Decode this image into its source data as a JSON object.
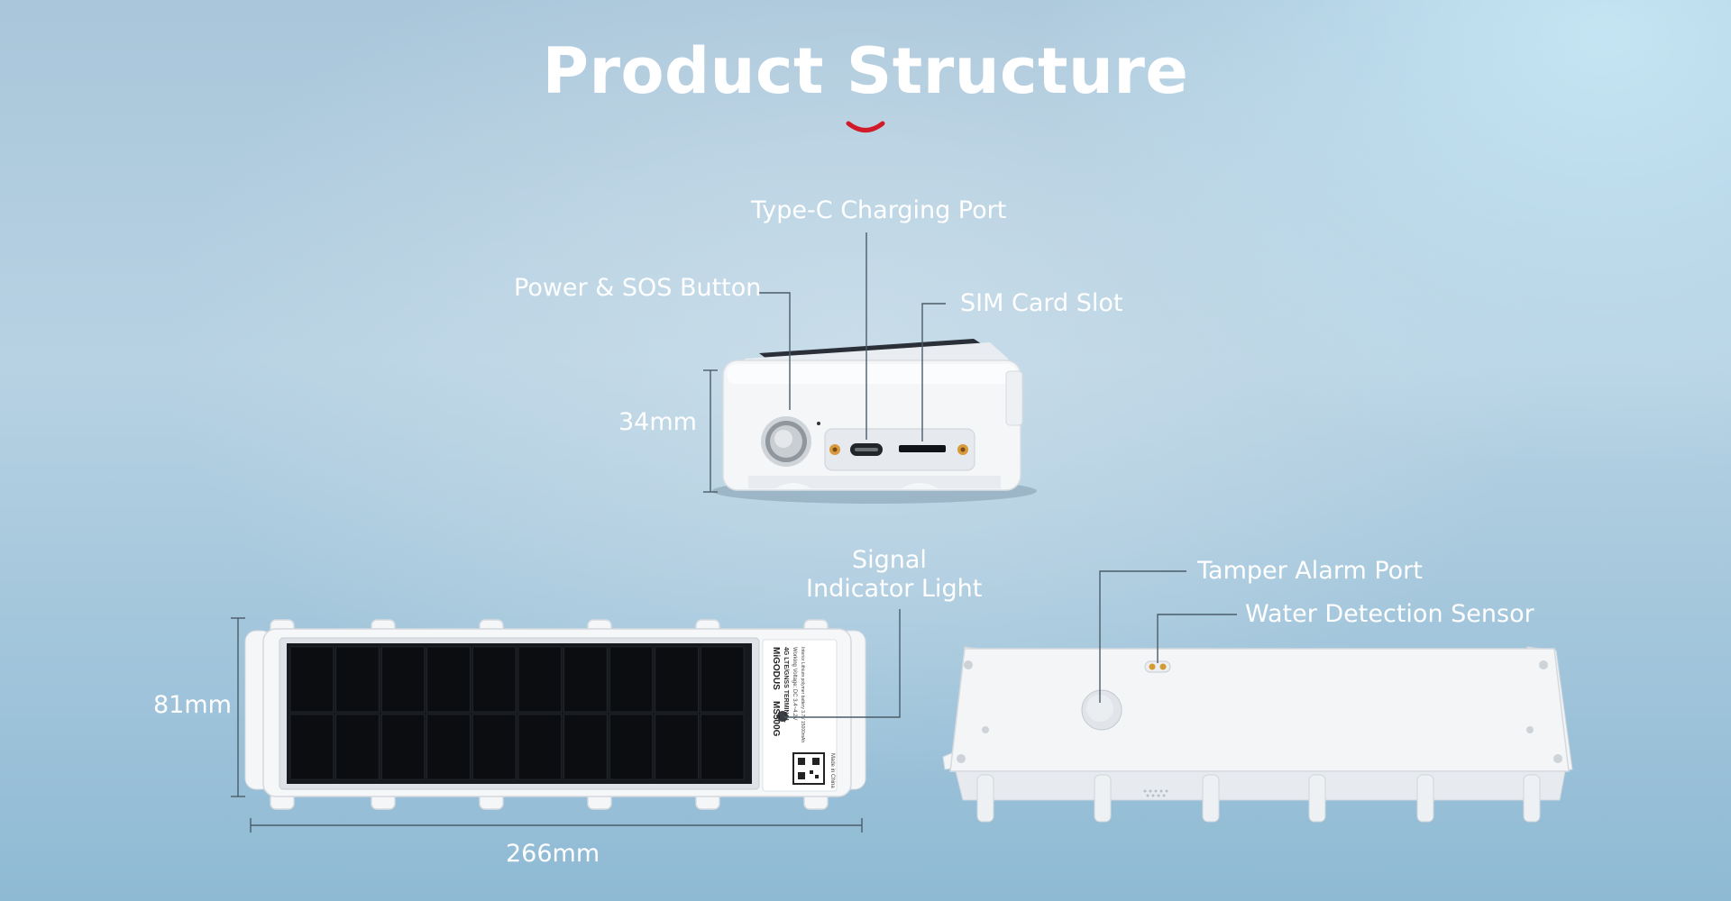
{
  "title": "Product Structure",
  "colors": {
    "accent": "#d21b2a",
    "text": "#ffffff",
    "device": "#f3f5f7",
    "panel": "#1a1d22"
  },
  "front_view": {
    "callouts": {
      "type_c": "Type-C Charging Port",
      "power_sos": "Power & SOS Button",
      "sim": "SIM Card Slot"
    },
    "height_dim": "34mm"
  },
  "top_view": {
    "signal_line1": "Signal",
    "signal_line2": "Indicator Light",
    "height_dim": "81mm",
    "width_dim": "266mm",
    "sticker": {
      "brand": "MiGODUS",
      "model": "MS500G",
      "line1": "4G LTE/GNSS TERMINAL",
      "line2": "Working Voltage: DC 3.4~4.2V",
      "line3": "Interior Lithium polymer battery 3.7V 15000mAh",
      "made_in": "Made in China"
    }
  },
  "bottom_view": {
    "callouts": {
      "tamper": "Tamper Alarm Port",
      "water": "Water Detection Sensor"
    }
  }
}
